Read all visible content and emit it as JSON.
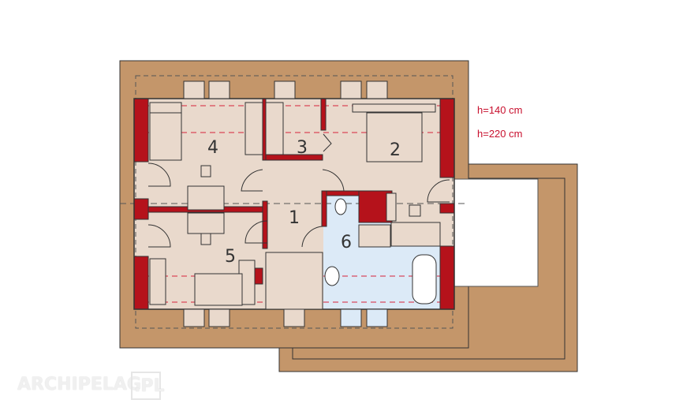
{
  "plan": {
    "room_numbers": [
      "1",
      "2",
      "3",
      "4",
      "5",
      "6"
    ],
    "height_labels": [
      "h=140 cm",
      "h=220 cm"
    ]
  },
  "logo": {
    "text": "ARCHIPELAG",
    "suffix": ".PL"
  },
  "colors": {
    "roof": "#c4966a",
    "floor": "#e9d9cc",
    "bathroom": "#dceaf7",
    "wall": "#b5121b",
    "line": "#333333",
    "red_dash": "#d6223a"
  }
}
